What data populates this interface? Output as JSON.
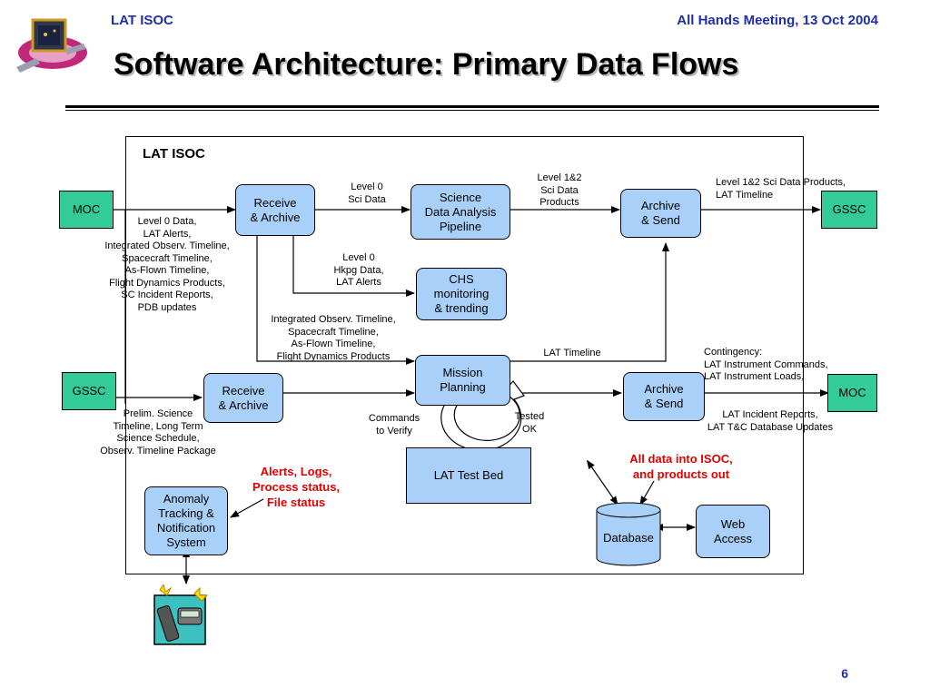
{
  "header": {
    "left": "LAT ISOC",
    "right": "All Hands Meeting, 13 Oct 2004"
  },
  "title": "Software Architecture: Primary Data Flows",
  "page_number": "6",
  "colors": {
    "header_text": "#1f2fa8",
    "process_box": "#a8d0f8",
    "external_box": "#33cc99",
    "emphasis_text": "#e00000"
  },
  "diagram": {
    "frame_label": "LAT ISOC",
    "nodes": {
      "moc_top": "MOC",
      "gssc_left": "GSSC",
      "receive_archive_1": "Receive\n& Archive",
      "receive_archive_2": "Receive\n& Archive",
      "science_pipeline": "Science\nData Analysis\nPipeline",
      "chs": "CHS\nmonitoring\n& trending",
      "mission_planning": "Mission\nPlanning",
      "lat_test_bed": "LAT Test Bed",
      "archive_send_1": "Archive\n& Send",
      "archive_send_2": "Archive\n& Send",
      "gssc_right": "GSSC",
      "moc_right": "MOC",
      "anomaly": "Anomaly\nTracking &\nNotification\nSystem",
      "database": "Database",
      "web_access": "Web\nAccess"
    },
    "labels": {
      "level0_sci": "Level 0\nSci Data",
      "level12_sci": "Level 1&2\nSci Data\nProducts",
      "level12_gssc": "Level 1&2 Sci Data Products,\nLAT Timeline",
      "moc_inputs": "Level 0 Data,\nLAT Alerts,\nIntegrated Observ. Timeline,\nSpacecraft Timeline,\nAs-Flown Timeline,\nFlight Dynamics Products,\nSC Incident Reports,\nPDB updates",
      "level0_hkpg": "Level 0\nHkpg Data,\nLAT Alerts",
      "integrated_timeline": "Integrated Observ. Timeline,\nSpacecraft Timeline,\nAs-Flown Timeline,\nFlight Dynamics Products",
      "lat_timeline": "LAT Timeline",
      "contingency": "Contingency:\n   LAT Instrument Commands,\n   LAT Instrument Loads,",
      "incident_reports": "LAT Incident Reports,\nLAT T&C Database Updates",
      "gssc_inputs": "Prelim. Science\nTimeline, Long Term\nScience Schedule,\nObserv. Timeline Package",
      "commands_verify": "Commands\nto Verify",
      "tested_ok": "Tested\nOK",
      "alerts_logs": "Alerts, Logs,\nProcess status,\nFile status",
      "all_data": "All data into ISOC,\nand products out"
    }
  }
}
